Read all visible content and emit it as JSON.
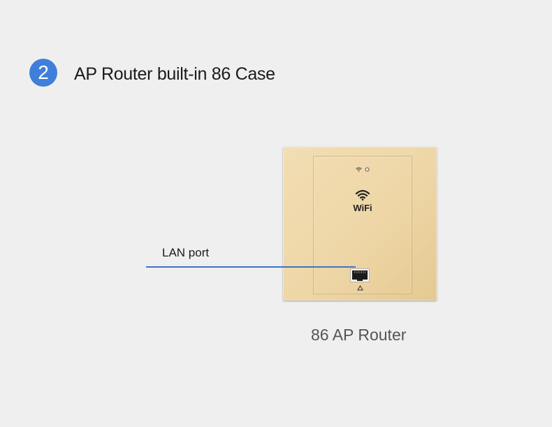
{
  "step": {
    "number": "2",
    "title": "AP Router built-in 86 Case"
  },
  "device": {
    "wifi_logo_text": "WiFi",
    "caption": "86 AP Router"
  },
  "callout": {
    "label": "LAN port"
  },
  "colors": {
    "accent": "#3f7fd9",
    "cable": "#3f72c8",
    "panel_gold": "#eed6a6",
    "background": "#efefef"
  },
  "icons": [
    "wifi-signal-icon",
    "power-led-icon",
    "wifi-icon",
    "ethernet-port-icon",
    "recycle-icon"
  ]
}
